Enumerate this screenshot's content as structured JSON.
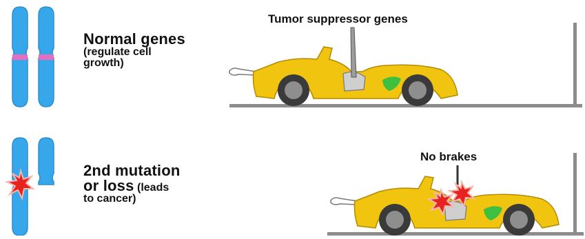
{
  "rows": [
    {
      "heading": "Normal genes",
      "note_line1": "(regulate cell",
      "note_line2": "growth)",
      "callout": "Tumor suppressor genes"
    },
    {
      "heading_line1": "2nd mutation",
      "heading_line2": "or loss",
      "note_inline": "(leads",
      "note_line2": "to cancer)",
      "callout": "No brakes"
    }
  ],
  "colors": {
    "chromosome": "#35a7ea",
    "chromosome_outline": "#2b8fd0",
    "gene_band": "#e36fc1",
    "car_body": "#f1c40f",
    "car_outline": "#b38a00",
    "wheel": "#3a3a3a",
    "hub": "#8e8e8e",
    "track": "#8c8c8c",
    "burst": "#e8221e",
    "green_patch": "#3fbf3f"
  },
  "icons": [
    "chromosome-icon",
    "race-car-icon",
    "explosion-icon",
    "brake-pedal-icon"
  ]
}
